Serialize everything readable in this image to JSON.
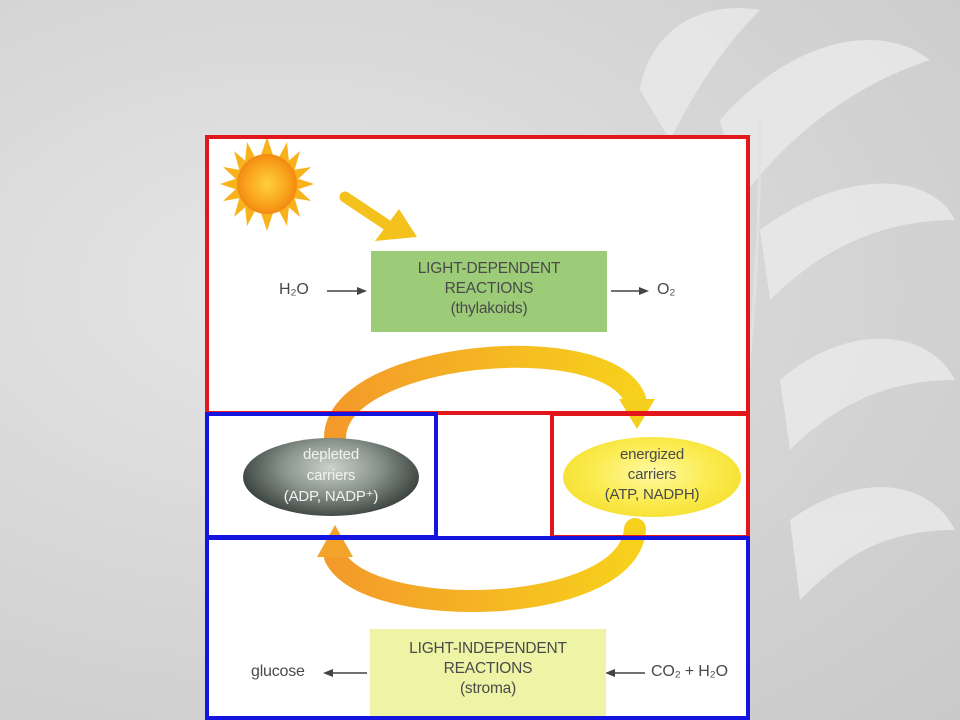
{
  "light_dependent": {
    "title_line1": "LIGHT-DEPENDENT",
    "title_line2": "REACTIONS",
    "location": "(thylakoids)",
    "input": "H₂O",
    "output": "O₂"
  },
  "carriers": {
    "depleted_line1": "depleted",
    "depleted_line2": "carriers",
    "depleted_line3": "(ADP, NADP⁺)",
    "energized_line1": "energized",
    "energized_line2": "carriers",
    "energized_line3": "(ATP, NADPH)"
  },
  "light_independent": {
    "title_line1": "LIGHT-INDEPENDENT",
    "title_line2": "REACTIONS",
    "location": "(stroma)",
    "output": "glucose",
    "input": "CO₂ + H₂O"
  },
  "colors": {
    "red_frame": "#e3161b",
    "blue_frame": "#1414e0",
    "ld_box": "#9ccc78",
    "li_box": "#eef4a6",
    "sun": "#f7a31c",
    "cycle_arrow": "#f6b22c"
  }
}
